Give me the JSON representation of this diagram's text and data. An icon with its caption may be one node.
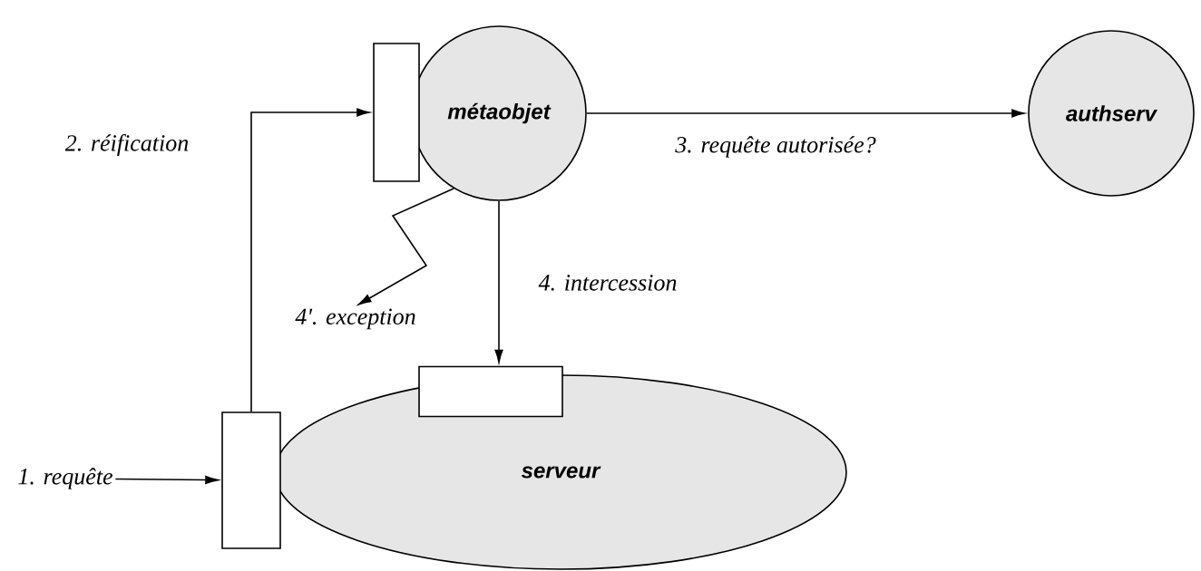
{
  "diagram": {
    "nodes": [
      {
        "text": [
          "métaobjet"
        ]
      },
      {
        "text": [],
        "shape": "box"
      },
      {
        "text": [
          "authserv"
        ]
      },
      {
        "text": [
          "serveur"
        ]
      },
      {
        "text": [],
        "shape": "box"
      },
      {
        "text": [],
        "shape": "box"
      },
      {
        "text": [
          "1.  requête"
        ]
      },
      {
        "text": [
          "4'.  exception"
        ]
      }
    ],
    "edges": [
      {
        "from": 6,
        "to": 5,
        "arrow": "to"
      },
      {
        "from": 5,
        "to": 1,
        "arrow": "to",
        "label": "2.  réification"
      },
      {
        "from": 0,
        "to": 2,
        "arrow": "to",
        "label": "3.  requête autorisée?"
      },
      {
        "from": 0,
        "to": 4,
        "arrow": "to",
        "label": "4.  intercession"
      },
      {
        "from": 0,
        "to": 7,
        "arrow": "to"
      }
    ]
  }
}
